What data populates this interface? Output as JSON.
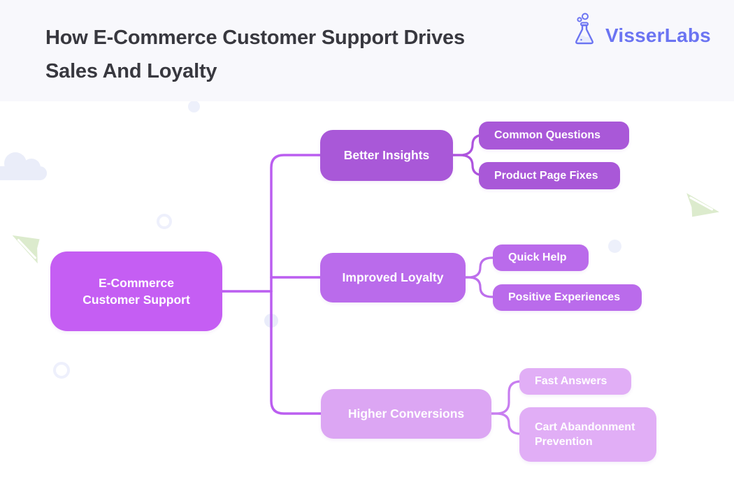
{
  "header": {
    "title_line1": "How E-Commerce Customer Support Drives",
    "title_line2": "Sales And Loyalty",
    "logo": {
      "text": "VisserLabs",
      "icon": "flask-icon",
      "color": "#6b74f2"
    }
  },
  "mindmap": {
    "root": {
      "label_line1": "E-Commerce",
      "label_line2": "Customer Support",
      "color": "#c55ef3"
    },
    "branches": [
      {
        "label": "Better Insights",
        "color": "#a958d8",
        "children": [
          {
            "label": "Common Questions"
          },
          {
            "label": "Product Page Fixes"
          }
        ]
      },
      {
        "label": "Improved Loyalty",
        "color": "#ba6beb",
        "children": [
          {
            "label": "Quick Help"
          },
          {
            "label": "Positive Experiences"
          }
        ]
      },
      {
        "label": "Higher Conversions",
        "color": "#dca6f3",
        "children": [
          {
            "label": "Fast Answers"
          },
          {
            "label": "Cart Abandonment Prevention"
          }
        ]
      }
    ],
    "connector_color": "#bb5ef0"
  },
  "decorations": {
    "icons": [
      "cloud-icon",
      "paper-plane-icon-left",
      "paper-plane-icon-right",
      "circle-ring",
      "circle-dot"
    ],
    "plane_color": "#dcebcd",
    "soft_circle_color": "#edf0fb",
    "header_background": "#f8f8fc"
  }
}
